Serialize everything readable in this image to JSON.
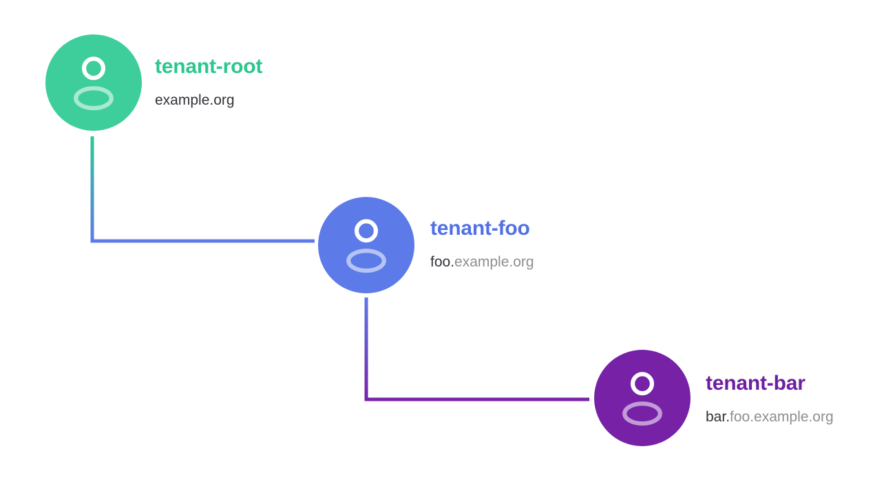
{
  "diagram": {
    "background": "#ffffff",
    "nodes": [
      {
        "id": "tenant-root",
        "label": "tenant-root",
        "domain_new": "example.org",
        "domain_inherited": "",
        "circle_color": "#3dce9b",
        "label_color": "#2bc78e",
        "icon": "user-icon"
      },
      {
        "id": "tenant-foo",
        "label": "tenant-foo",
        "domain_new": "foo.",
        "domain_inherited": "example.org",
        "circle_color": "#5c7ae8",
        "label_color": "#5170e5",
        "icon": "user-icon"
      },
      {
        "id": "tenant-bar",
        "label": "tenant-bar",
        "domain_new": "bar.",
        "domain_inherited": "foo.example.org",
        "circle_color": "#7621a6",
        "label_color": "#6e1ea0",
        "icon": "user-icon"
      }
    ],
    "connectors": [
      {
        "from": "tenant-root",
        "to": "tenant-foo",
        "from_color": "#2fc997",
        "to_color": "#5c7ae8"
      },
      {
        "from": "tenant-foo",
        "to": "tenant-bar",
        "from_color": "#5c7ae8",
        "to_color": "#7823a8"
      }
    ],
    "text_colors": {
      "domain_new": "#32323a",
      "domain_inherited": "#8e8e93"
    }
  }
}
